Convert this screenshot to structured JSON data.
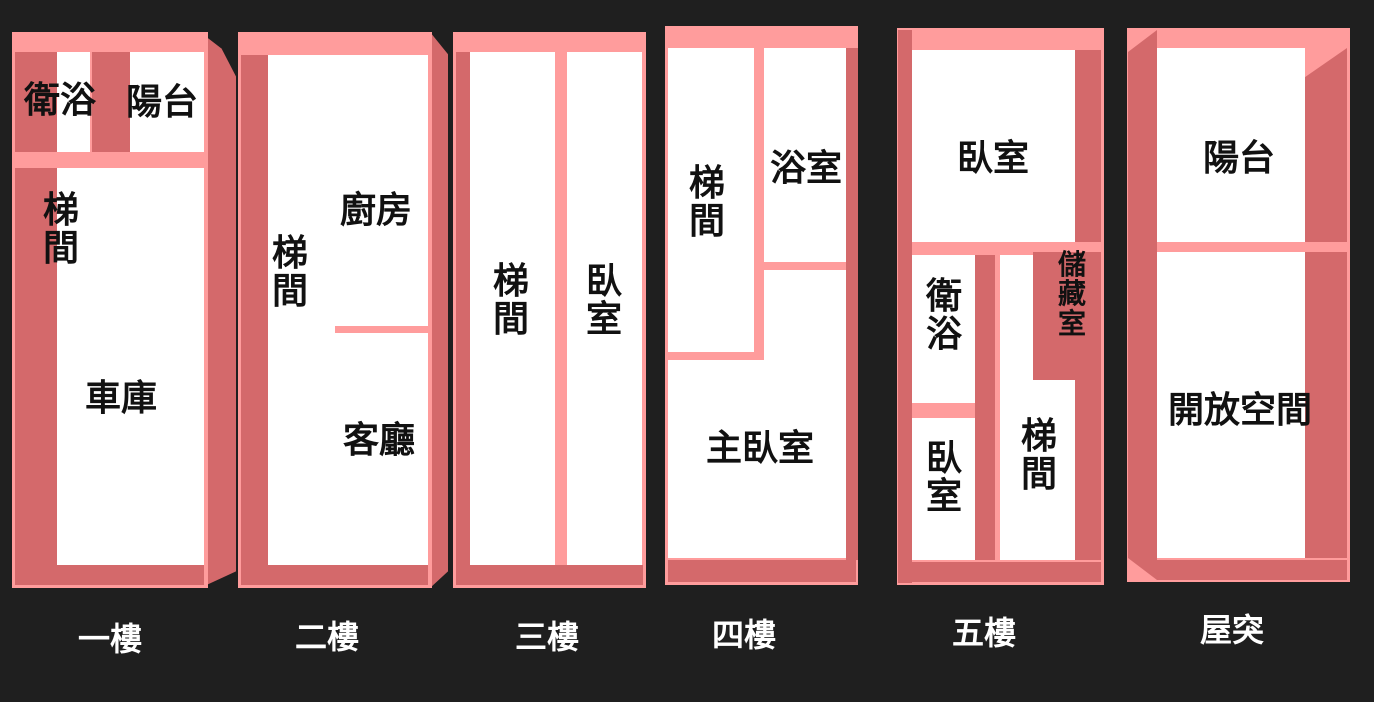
{
  "colors": {
    "background": "#1f1f1f",
    "wall_light": "#ff9c9c",
    "wall_dark": "#d4696b",
    "room": "#ffffff"
  },
  "floors": [
    {
      "caption": "一樓",
      "rooms": [
        "衛浴",
        "陽台",
        "梯間",
        "車庫"
      ]
    },
    {
      "caption": "二樓",
      "rooms": [
        "梯間",
        "廚房",
        "客廳"
      ]
    },
    {
      "caption": "三樓",
      "rooms": [
        "梯間",
        "臥室"
      ]
    },
    {
      "caption": "四樓",
      "rooms": [
        "梯間",
        "浴室",
        "主臥室"
      ]
    },
    {
      "caption": "五樓",
      "rooms": [
        "臥室",
        "衛浴",
        "臥室",
        "梯間",
        "儲藏室"
      ]
    },
    {
      "caption": "屋突",
      "rooms": [
        "陽台",
        "開放空間"
      ]
    }
  ]
}
